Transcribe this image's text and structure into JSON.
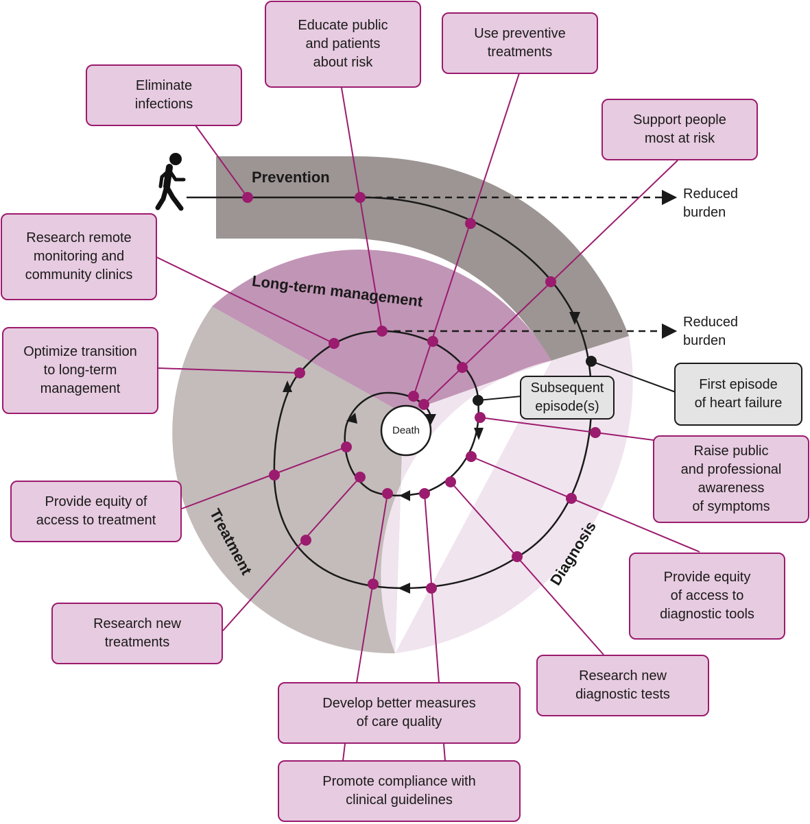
{
  "phases": {
    "prevention": "Prevention",
    "long_term": "Long-term management",
    "treatment": "Treatment",
    "diagnosis": "Diagnosis"
  },
  "outcomes": {
    "reduced_burden_1": "Reduced\nburden",
    "reduced_burden_2": "Reduced\nburden"
  },
  "center": {
    "death": "Death"
  },
  "events": {
    "first_episode": "First episode\nof heart failure",
    "subsequent": "Subsequent\nepisode(s)"
  },
  "boxes": {
    "eliminate_infections": "Eliminate\ninfections",
    "educate_public": "Educate public\nand patients\nabout risk",
    "preventive_treatments": "Use preventive\ntreatments",
    "support_people": "Support people\nmost at risk",
    "research_remote": "Research remote\nmonitoring and\ncommunity clinics",
    "optimize_transition": "Optimize transition\nto long-term\nmanagement",
    "raise_awareness": "Raise public\nand professional\nawareness\nof symptoms",
    "equity_treatment": "Provide equity of\naccess to treatment",
    "equity_diagnostic": "Provide equity\nof access to\ndiagnostic tools",
    "research_treatments": "Research new\ntreatments",
    "research_tests": "Research new\ndiagnostic tests",
    "care_quality": "Develop better measures\nof care quality",
    "compliance": "Promote compliance with\nclinical guidelines"
  },
  "colors": {
    "prevention_band": "#9c9593",
    "long_term_sector": "#c195b6",
    "treatment_sector": "#c3bcba",
    "diagnosis_sector": "#f0e4ee",
    "connector": "#9b1b6e",
    "box_fill": "#e7cbe0",
    "event_box_fill": "#e4e4e5",
    "spiral": "#1a1a1a"
  },
  "icons": {
    "walker": "walking-person-icon"
  }
}
